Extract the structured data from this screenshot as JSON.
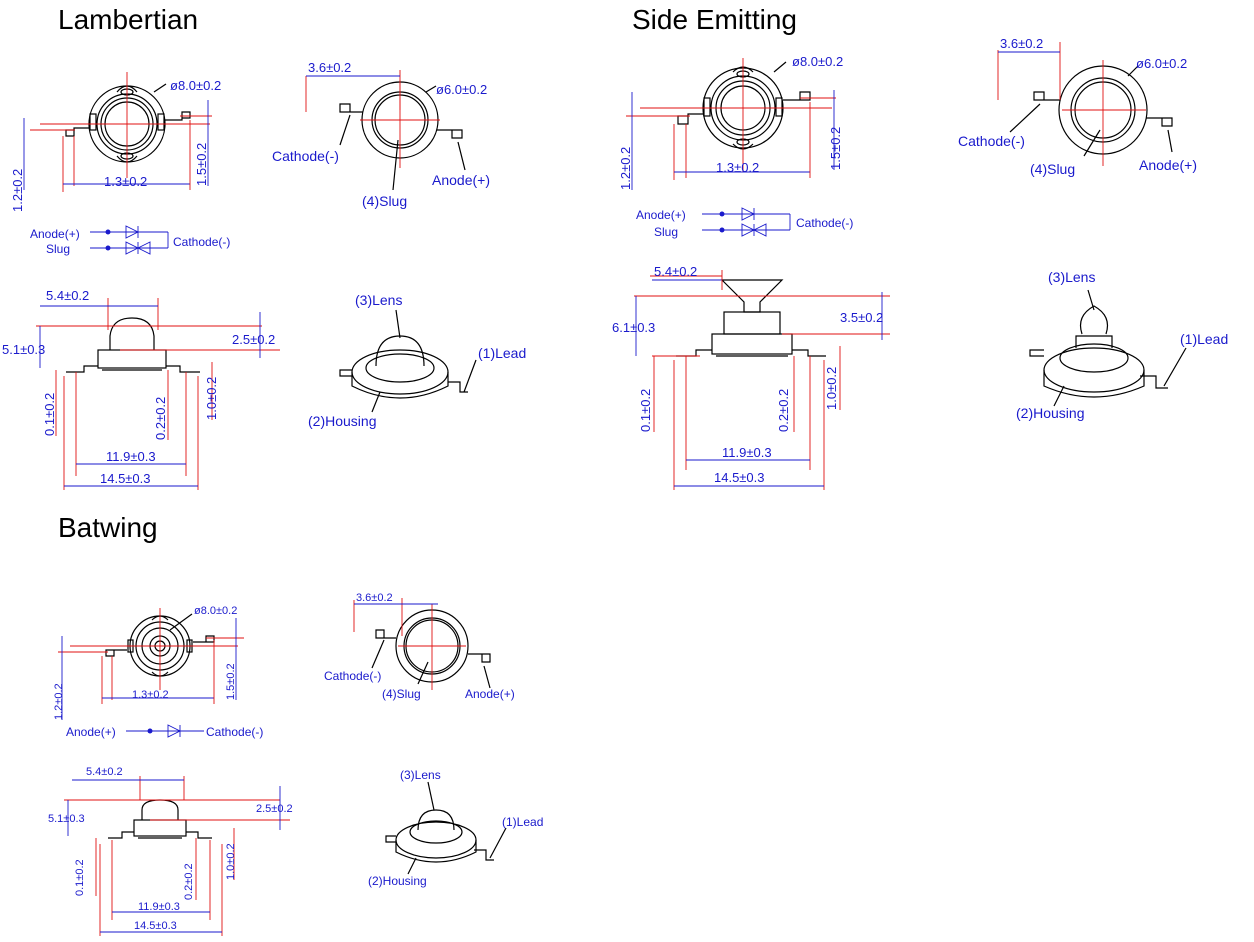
{
  "sections": {
    "lambertian": {
      "title": "Lambertian",
      "top": {
        "dia_outer": "ø8.0±0.2",
        "w_1_3": "1.3±0.2",
        "h_1_2": "1.2±0.2",
        "h_1_5": "1.5±0.2"
      },
      "bottom": {
        "w_3_6": "3.6±0.2",
        "dia_inner": "ø6.0±0.2",
        "cathode": "Cathode(-)",
        "anode": "Anode(+)",
        "slug": "(4)Slug"
      },
      "schematic": {
        "anode": "Anode(+)",
        "slug": "Slug",
        "cathode": "Cathode(-)"
      },
      "side": {
        "w_5_4": "5.4±0.2",
        "h_5_1": "5.1±0.3",
        "h_2_5": "2.5±0.2",
        "h_0_1": "0.1±0.2",
        "h_0_2": "0.2±0.2",
        "h_1_0": "1.0±0.2",
        "w_11_9": "11.9±0.3",
        "w_14_5": "14.5±0.3"
      },
      "iso": {
        "lens": "(3)Lens",
        "lead": "(1)Lead",
        "housing": "(2)Housing"
      }
    },
    "side_emitting": {
      "title": "Side Emitting",
      "top": {
        "dia_outer": "ø8.0±0.2",
        "w_1_3": "1.3±0.2",
        "h_1_2": "1.2±0.2",
        "h_1_5": "1.5±0.2"
      },
      "bottom": {
        "w_3_6": "3.6±0.2",
        "dia_inner": "ø6.0±0.2",
        "cathode": "Cathode(-)",
        "anode": "Anode(+)",
        "slug": "(4)Slug"
      },
      "schematic": {
        "anode": "Anode(+)",
        "slug": "Slug",
        "cathode": "Cathode(-)"
      },
      "side": {
        "w_5_4": "5.4±0.2",
        "h_6_1": "6.1±0.3",
        "h_3_5": "3.5±0.2",
        "h_0_1": "0.1±0.2",
        "h_0_2": "0.2±0.2",
        "h_1_0": "1.0±0.2",
        "w_11_9": "11.9±0.3",
        "w_14_5": "14.5±0.3"
      },
      "iso": {
        "lens": "(3)Lens",
        "lead": "(1)Lead",
        "housing": "(2)Housing"
      }
    },
    "batwing": {
      "title": "Batwing",
      "top": {
        "dia_outer": "ø8.0±0.2",
        "w_1_3": "1.3±0.2",
        "h_1_2": "1.2±0.2",
        "h_1_5": "1.5±0.2"
      },
      "bottom": {
        "w_3_6": "3.6±0.2",
        "cathode": "Cathode(-)",
        "anode": "Anode(+)",
        "slug": "(4)Slug"
      },
      "schematic": {
        "anode": "Anode(+)",
        "cathode": "Cathode(-)"
      },
      "side": {
        "w_5_4": "5.4±0.2",
        "h_5_1": "5.1±0.3",
        "h_2_5": "2.5±0.2",
        "h_0_1": "0.1±0.2",
        "h_0_2": "0.2±0.2",
        "h_1_0": "1.0±0.2",
        "w_11_9": "11.9±0.3",
        "w_14_5": "14.5±0.3"
      },
      "iso": {
        "lens": "(3)Lens",
        "lead": "(1)Lead",
        "housing": "(2)Housing"
      }
    }
  },
  "colors": {
    "dimension_text": "#1a1acc",
    "centerline": "#e01010",
    "outline": "#000000"
  }
}
